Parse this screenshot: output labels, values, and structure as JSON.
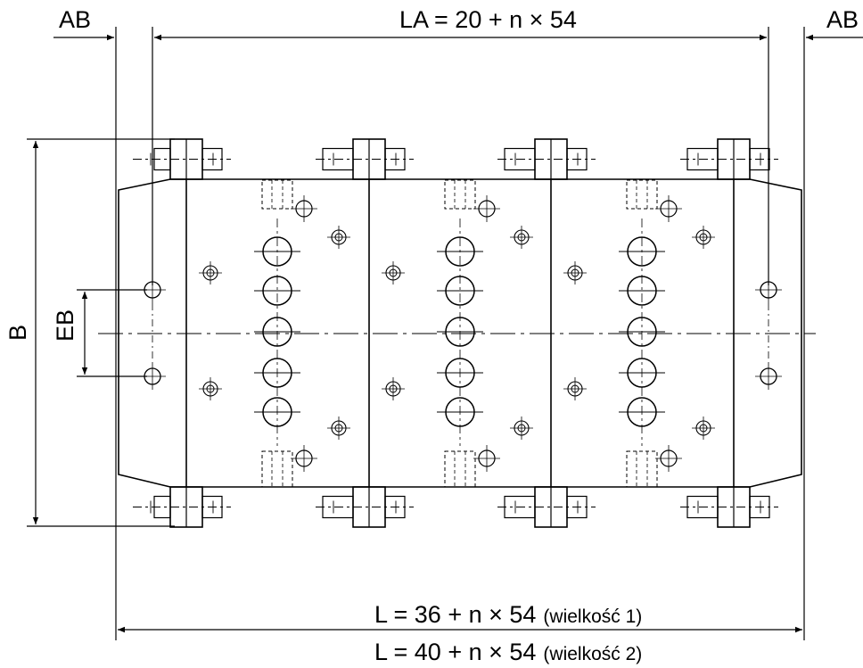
{
  "dimensions": {
    "ab_left": "AB",
    "ab_right": "AB",
    "la": "LA = 20 + n × 54",
    "b": "B",
    "eb": "EB",
    "l1_main": "L = 36 + n × 54",
    "l1_note": "(wielkość 1)",
    "l2_main": "L = 40 + n × 54",
    "l2_note": "(wielkość 2)"
  }
}
